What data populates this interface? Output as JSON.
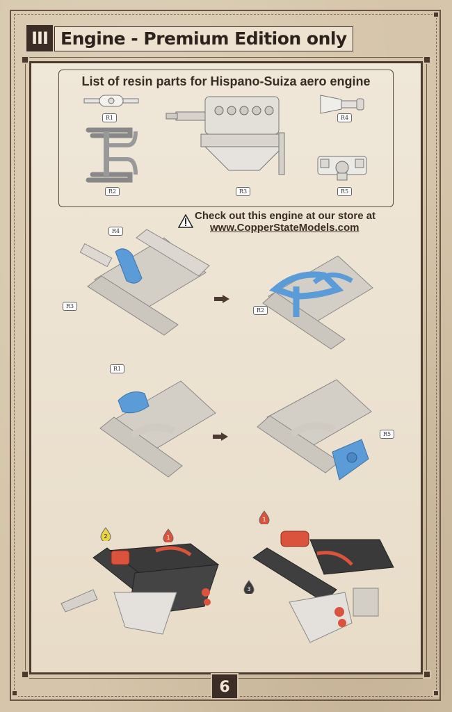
{
  "header": {
    "section_numeral": "III",
    "title": "Engine - Premium Edition only"
  },
  "parts_box": {
    "title": "List of resin parts for Hispano-Suiza aero  engine",
    "parts": [
      "R1",
      "R2",
      "R3",
      "R4",
      "R5"
    ]
  },
  "notice": {
    "icon": "warning-triangle-icon",
    "line1": "Check out this engine at our store at",
    "line2": "www.CopperStateModels.com"
  },
  "steps": [
    {
      "callout": "R4",
      "callout2": "R3"
    },
    {
      "callout": "R2"
    },
    {
      "callout": "R1"
    },
    {
      "callout": "R5"
    }
  ],
  "paint_markers": {
    "step5": [
      "2",
      "1"
    ],
    "step6": [
      "1",
      "3"
    ]
  },
  "colors": {
    "resin_blue": "#5b9bd8",
    "engine_grey": "#cfcac2",
    "paint_red": "#d9533d",
    "paint_black": "#3a3a3a",
    "frame_brown": "#4d3a2e"
  },
  "page_number": "6"
}
